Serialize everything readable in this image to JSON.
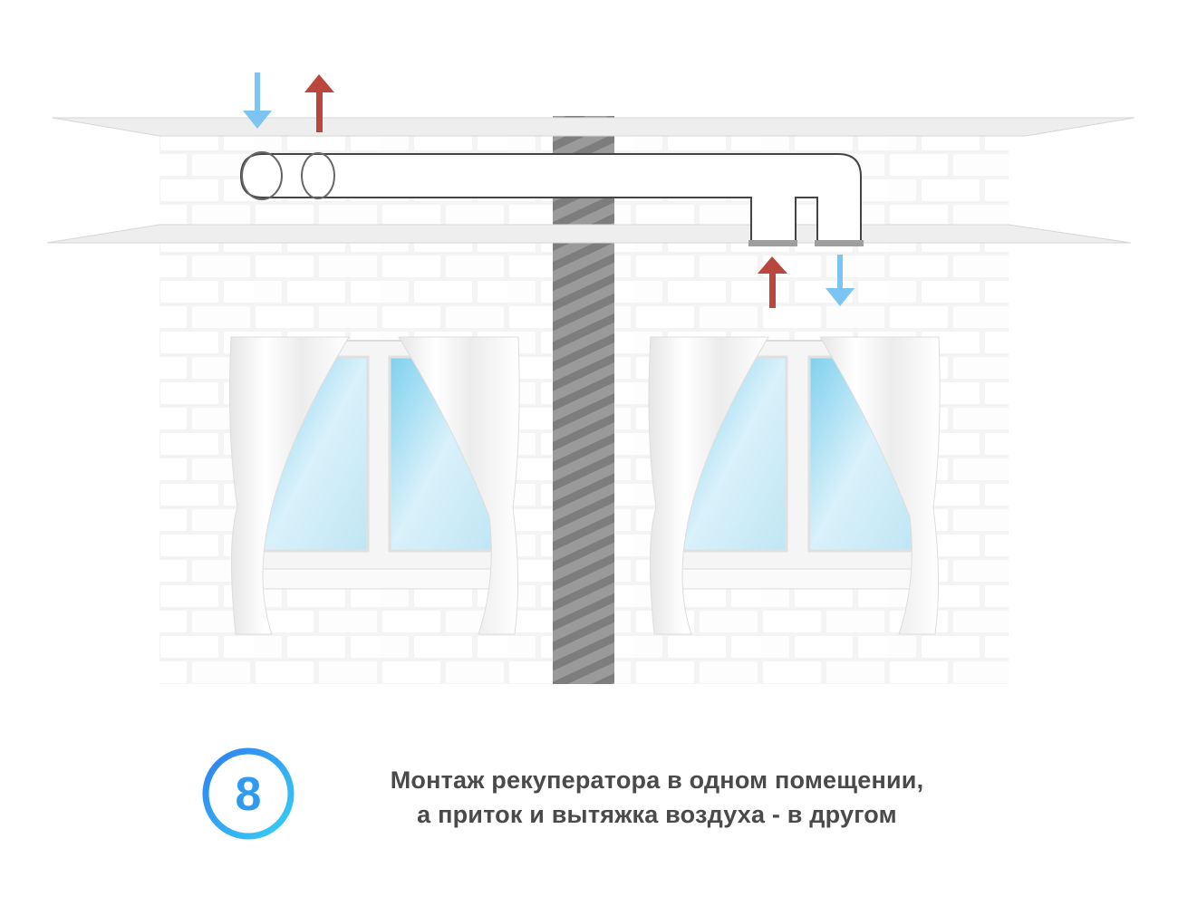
{
  "caption": {
    "step_number": "8",
    "line1": "Монтаж рекуператора в одном помещении,",
    "line2": "а приток и вытяжка воздуха - в другом"
  },
  "colors": {
    "supply_arrow": "#7cc4f2",
    "exhaust_arrow": "#b9473e",
    "badge_gradient_start": "#2f9bf0",
    "badge_gradient_end": "#36c8f5",
    "text": "#4a4a4a",
    "divider_wall": "#8c8c8c",
    "glass": "#bfe6f3"
  },
  "icons": {
    "supply": "arrow-down-icon",
    "exhaust": "arrow-up-icon"
  }
}
